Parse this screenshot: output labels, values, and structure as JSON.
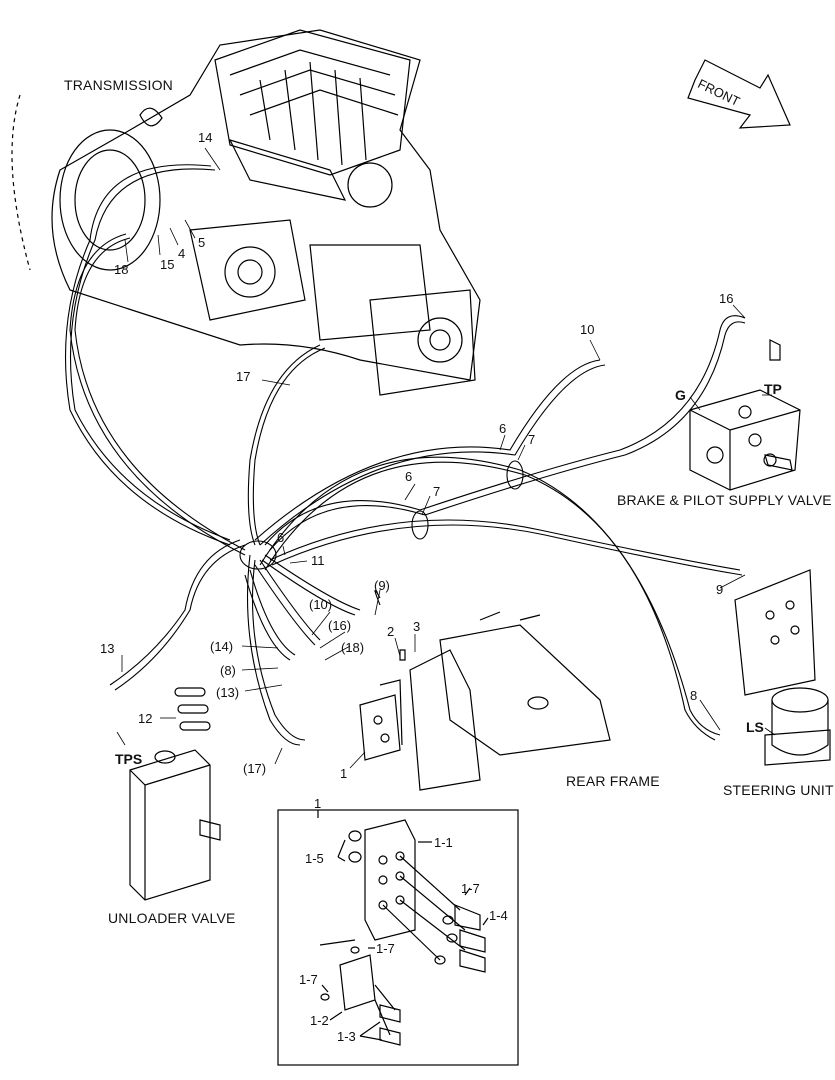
{
  "labels": {
    "transmission": "TRANSMISSION",
    "front": "FRONT",
    "brake_valve": "BRAKE & PILOT SUPPLY VALVE",
    "rear_frame": "REAR FRAME",
    "steering_unit": "STEERING UNIT",
    "unloader_valve": "UNLOADER VALVE",
    "port_tp": "TP",
    "port_g": "G",
    "port_ls": "LS",
    "port_tps": "TPS"
  },
  "callouts": {
    "c14": "14",
    "c18": "18",
    "c15": "15",
    "c4": "4",
    "c5": "5",
    "c17": "17",
    "c10": "10",
    "c16": "16",
    "c6a": "6",
    "c7a": "7",
    "c6b": "6",
    "c7b": "7",
    "c6c": "6",
    "c11": "11",
    "c9": "9",
    "c13": "13",
    "c12": "12",
    "c8": "8",
    "c1": "1",
    "c2": "2",
    "c3": "3",
    "p9": "(9)",
    "p10": "(10)",
    "p16": "(16)",
    "p14": "(14)",
    "p18": "(18)",
    "p8": "(8)",
    "p13": "(13)",
    "p17": "(17)"
  },
  "detail": {
    "title": "1",
    "c1_1": "1-1",
    "c1_5": "1-5",
    "c1_7a": "1-7",
    "c1_4": "1-4",
    "c1_7b": "1-7",
    "c1_7c": "1-7",
    "c1_2": "1-2",
    "c1_3": "1-3"
  }
}
